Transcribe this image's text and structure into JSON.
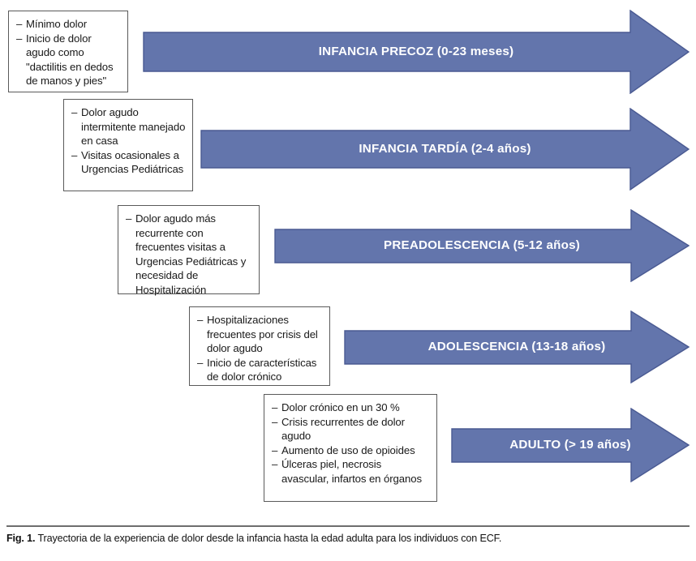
{
  "figure": {
    "accent_color": "#6375ac",
    "arrow_border_color": "#4a5a92",
    "box_border_color": "#5a5a5a",
    "caption_rule_color": "#6e6e6e",
    "stages": [
      {
        "id": "infancia-precoz",
        "arrow_label_main": "INFANCIA PRECOZ (0-23",
        "arrow_label_sub": "meses)",
        "bullets": [
          "Mínimo dolor",
          "Inicio de dolor agudo como \"dactilitis en dedos de manos y pies\""
        ]
      },
      {
        "id": "infancia-tardia",
        "arrow_label_main": "INFANCIA TARDÍA (2-4",
        "arrow_label_sub": "años)",
        "bullets": [
          "Dolor agudo intermitente manejado en casa",
          "Visitas ocasionales a Urgencias Pediátricas"
        ]
      },
      {
        "id": "preadolescencia",
        "arrow_label_main": "PREADOLESCENCIA (5-12",
        "arrow_label_sub": "años)",
        "bullets": [
          "Dolor agudo más recurrente con frecuentes visitas a Urgencias Pediátricas y necesidad de Hospitalización"
        ]
      },
      {
        "id": "adolescencia",
        "arrow_label_main": "ADOLESCENCIA (13-18",
        "arrow_label_sub": "años)",
        "bullets": [
          "Hospitalizaciones frecuentes por crisis del dolor agudo",
          "Inicio de características de dolor crónico"
        ]
      },
      {
        "id": "adulto",
        "arrow_label_main": "ADULTO (> 19",
        "arrow_label_sub": "años)",
        "bullets": [
          "Dolor crónico en un 30 %",
          "Crisis recurrentes de dolor agudo",
          "Aumento de uso de opioides",
          "Úlceras piel, necrosis avascular, infartos en órganos"
        ]
      }
    ]
  },
  "caption": {
    "number": "Fig. 1.",
    "text": "Trayectoria de la experiencia de dolor desde la infancia hasta la edad adulta para los individuos con ECF."
  }
}
